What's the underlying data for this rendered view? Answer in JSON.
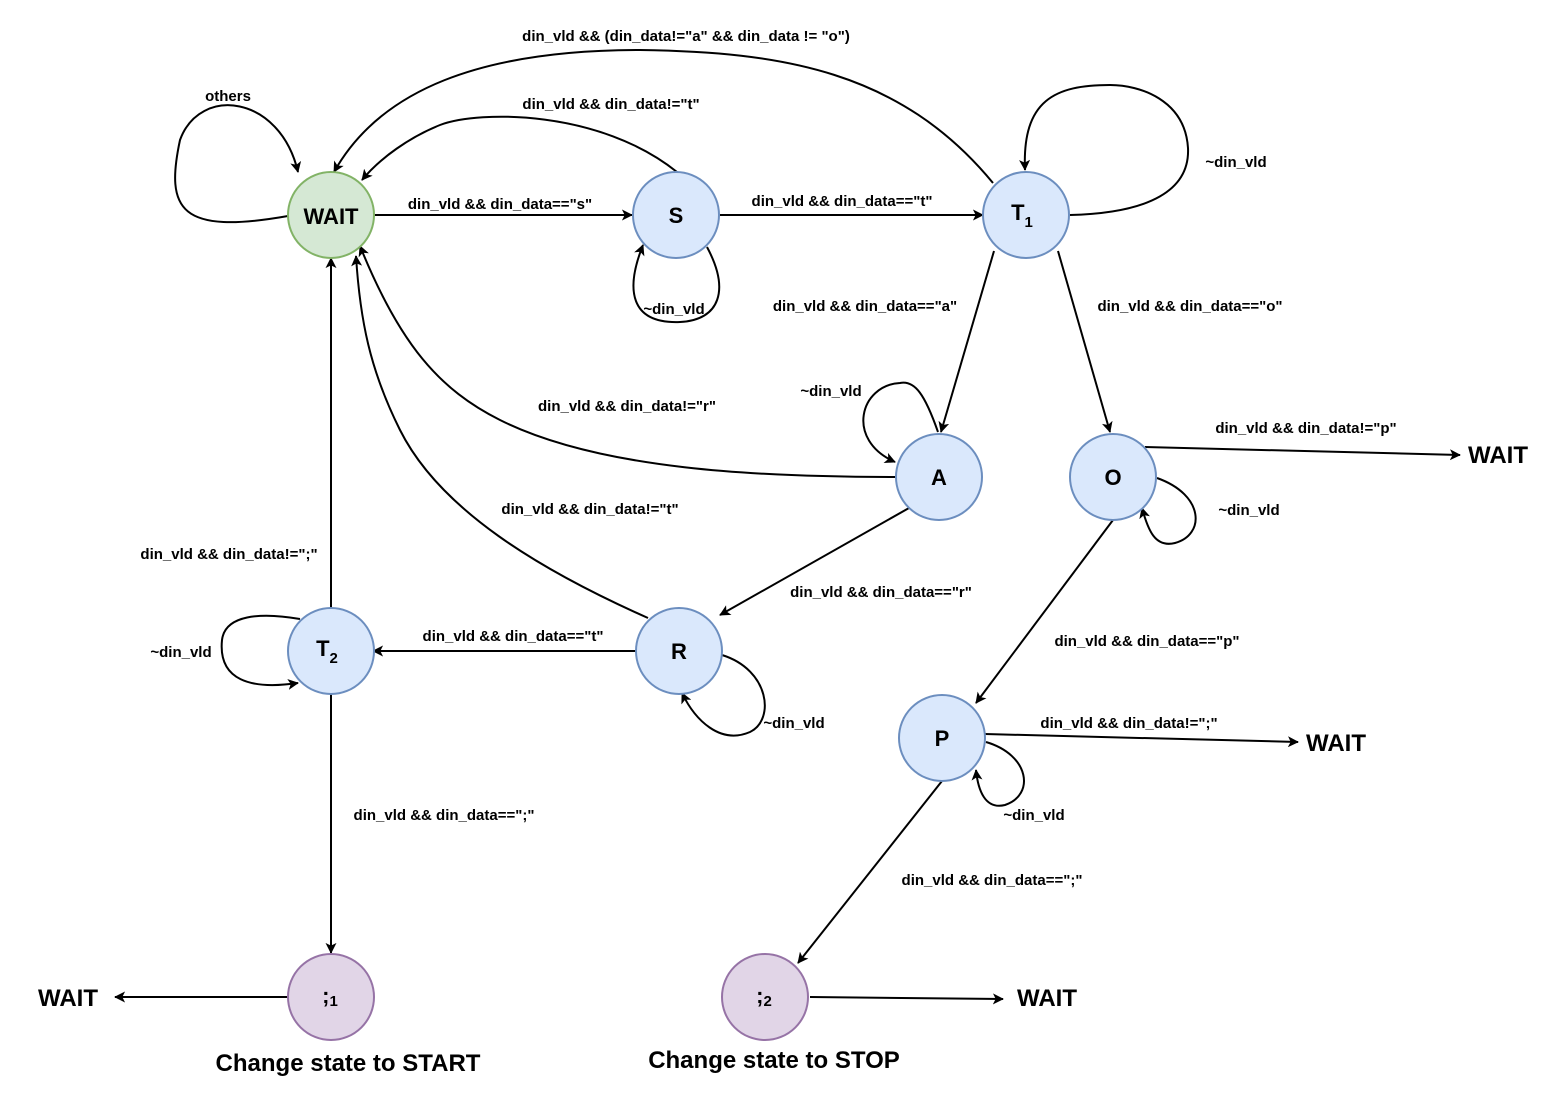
{
  "diagram": {
    "type": "finite-state-machine",
    "colors": {
      "idle_fill": "#d5e8d4",
      "idle_stroke": "#82b366",
      "state_fill": "#dae8fc",
      "state_stroke": "#6c8ebf",
      "final_fill": "#e1d5e7",
      "final_stroke": "#9673a6",
      "edge": "#000000"
    },
    "nodes": {
      "wait": {
        "label": "WAIT"
      },
      "s": {
        "label": "S"
      },
      "t1": {
        "label": "T",
        "sub": "1"
      },
      "a": {
        "label": "A"
      },
      "o": {
        "label": "O"
      },
      "r": {
        "label": "R"
      },
      "t2": {
        "label": "T",
        "sub": "2"
      },
      "p": {
        "label": "P"
      },
      "semi1": {
        "label": ";",
        "sub": "1"
      },
      "semi2": {
        "label": ";",
        "sub": "2"
      }
    },
    "terminals": {
      "o_wait": "WAIT",
      "p_wait": "WAIT",
      "semi1_wait": "WAIT",
      "semi2_wait": "WAIT"
    },
    "captions": {
      "semi1": "Change state to START",
      "semi2": "Change state to STOP"
    },
    "edges": {
      "wait_self": "others",
      "wait_s": "din_vld && din_data==\"s\"",
      "s_wait": "din_vld && din_data!=\"t\"",
      "s_self": "~din_vld",
      "s_t1": "din_vld && din_data==\"t\"",
      "t1_wait": "din_vld && (din_data!=\"a\" && din_data != \"o\")",
      "t1_self": "~din_vld",
      "t1_a": "din_vld && din_data==\"a\"",
      "t1_o": "din_vld && din_data==\"o\"",
      "a_self": "~din_vld",
      "a_wait": "din_vld && din_data!=\"r\"",
      "a_r": "din_vld && din_data==\"r\"",
      "r_wait": "din_vld && din_data!=\"t\"",
      "r_t2": "din_vld && din_data==\"t\"",
      "r_self": "~din_vld",
      "t2_wait": "din_vld && din_data!=\";\"",
      "t2_self": "~din_vld",
      "t2_semi1": "din_vld && din_data==\";\"",
      "o_wait": "din_vld && din_data!=\"p\"",
      "o_self": "~din_vld",
      "o_p": "din_vld && din_data==\"p\"",
      "p_wait": "din_vld && din_data!=\";\"",
      "p_self": "~din_vld",
      "p_semi2": "din_vld && din_data==\";\""
    }
  }
}
